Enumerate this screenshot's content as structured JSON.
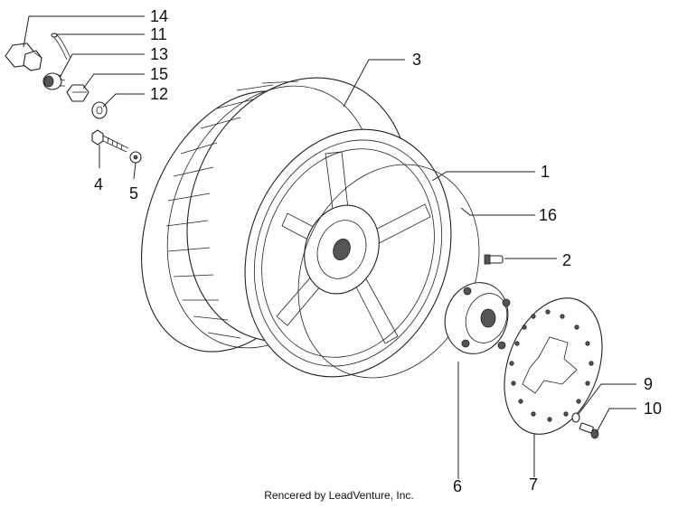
{
  "callouts": {
    "c1": "1",
    "c2": "2",
    "c3": "3",
    "c4": "4",
    "c5": "5",
    "c6": "6",
    "c7": "7",
    "c9": "9",
    "c10": "10",
    "c11": "11",
    "c12": "12",
    "c13": "13",
    "c14": "14",
    "c15": "15",
    "c16": "16"
  },
  "footer": "Rencered by LeadVenture, Inc."
}
